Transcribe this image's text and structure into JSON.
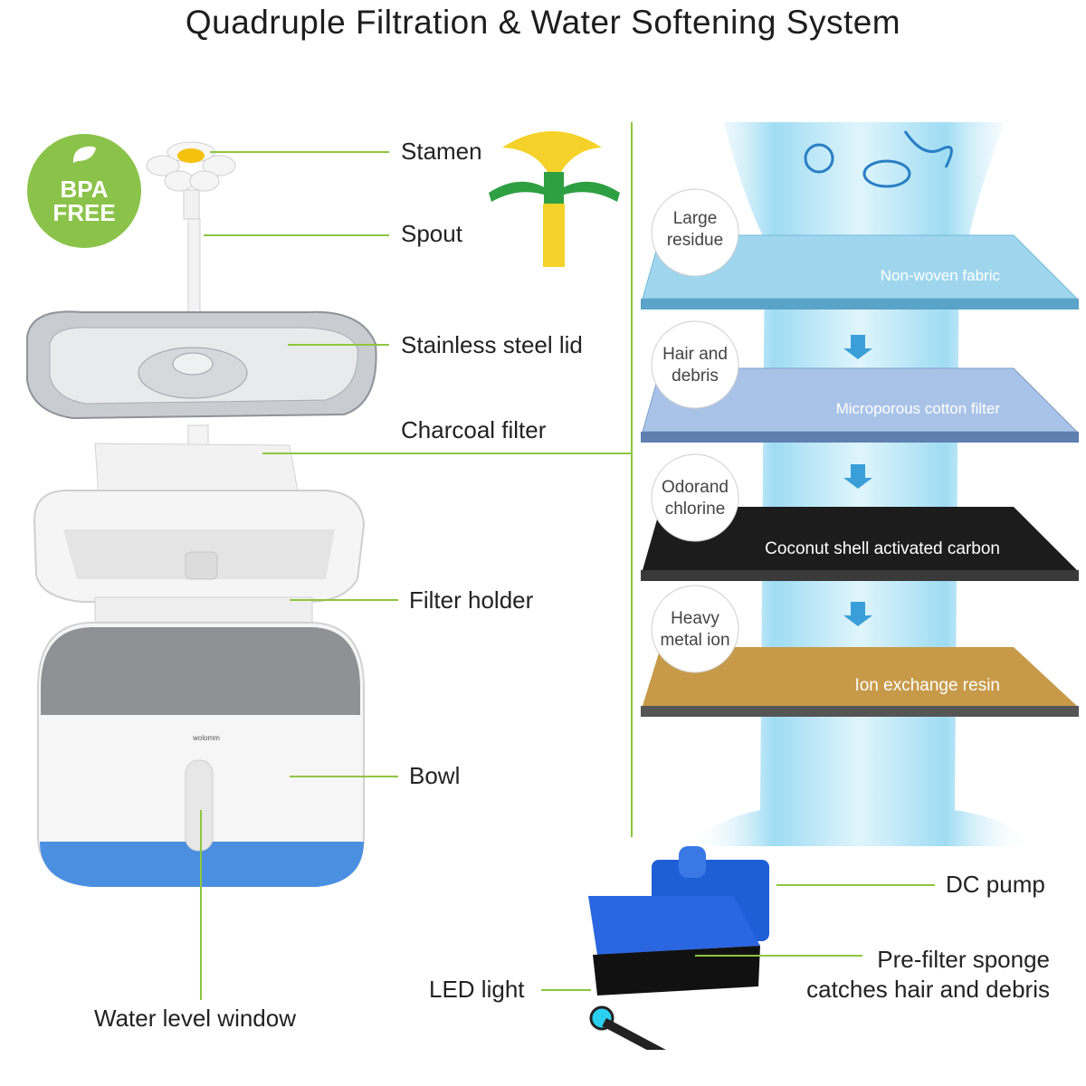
{
  "title": "Quadruple Filtration & Water Softening System",
  "badge": {
    "line1": "BPA",
    "line2": "FREE"
  },
  "product_brand": "wolomm",
  "parts": {
    "stamen": "Stamen",
    "spout": "Spout",
    "lid": "Stainless steel lid",
    "charcoal": "Charcoal filter",
    "holder": "Filter holder",
    "bowl": "Bowl",
    "window": "Water level window",
    "pump": "DC pump",
    "sponge_l1": "Pre-filter sponge",
    "sponge_l2": "catches hair and debris",
    "led": "LED light"
  },
  "layers": [
    {
      "bubble_l1": "Large",
      "bubble_l2": "residue",
      "name": "Non-woven fabric"
    },
    {
      "bubble_l1": "Hair and",
      "bubble_l2": "debris",
      "name": "Microporous cotton filter"
    },
    {
      "bubble_l1": "Odorand",
      "bubble_l2": "chlorine",
      "name": "Coconut shell activated carbon"
    },
    {
      "bubble_l1": "Heavy",
      "bubble_l2": "metal ion",
      "name": "Ion exchange resin"
    }
  ],
  "colors": {
    "accent_green": "#8dc63f",
    "water_blue": "#7fd3f0",
    "pump_blue": "#1f5fd6"
  }
}
